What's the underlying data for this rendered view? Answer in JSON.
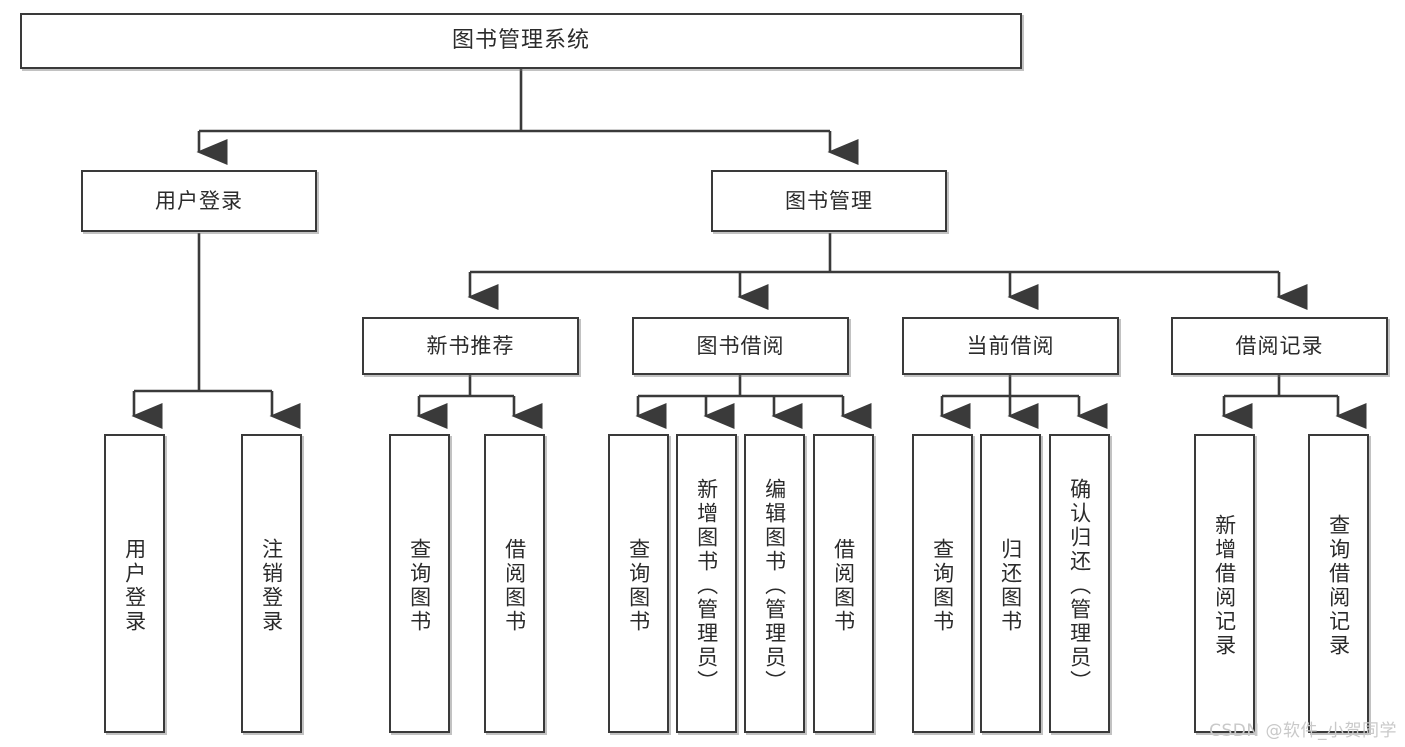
{
  "diagram": {
    "type": "tree",
    "title": "图书管理系统",
    "watermark": "CSDN @软件_小贺同学",
    "colors": {
      "box_border": "#3a3a3a",
      "box_fill": "#ffffff",
      "connector": "#3a3a3a",
      "text": "#2b2b2b",
      "watermark": "#c9c9c9"
    },
    "nodes": {
      "root": {
        "label": "图书管理系统"
      },
      "level2": [
        {
          "id": "user-login",
          "label": "用户登录"
        },
        {
          "id": "book-manage",
          "label": "图书管理"
        }
      ],
      "level3": [
        {
          "id": "new-book-recommend",
          "label": "新书推荐"
        },
        {
          "id": "book-borrow",
          "label": "图书借阅"
        },
        {
          "id": "current-borrow",
          "label": "当前借阅"
        },
        {
          "id": "borrow-record",
          "label": "借阅记录"
        }
      ],
      "leaves": [
        {
          "id": "leaf-user-login",
          "label": "用户登录",
          "parent": "user-login"
        },
        {
          "id": "leaf-user-logout",
          "label": "注销登录",
          "parent": "user-login"
        },
        {
          "id": "leaf-query-book-1",
          "label": "查询图书",
          "parent": "new-book-recommend"
        },
        {
          "id": "leaf-borrow-book-1",
          "label": "借阅图书",
          "parent": "new-book-recommend"
        },
        {
          "id": "leaf-query-book-2",
          "label": "查询图书",
          "parent": "book-borrow"
        },
        {
          "id": "leaf-add-book",
          "label": "新增图书（管理员）",
          "parent": "book-borrow"
        },
        {
          "id": "leaf-edit-book",
          "label": "编辑图书（管理员）",
          "parent": "book-borrow"
        },
        {
          "id": "leaf-borrow-book-2",
          "label": "借阅图书",
          "parent": "book-borrow"
        },
        {
          "id": "leaf-query-book-3",
          "label": "查询图书",
          "parent": "current-borrow"
        },
        {
          "id": "leaf-return-book",
          "label": "归还图书",
          "parent": "current-borrow"
        },
        {
          "id": "leaf-confirm-return",
          "label": "确认归还（管理员）",
          "parent": "current-borrow"
        },
        {
          "id": "leaf-add-record",
          "label": "新增借阅记录",
          "parent": "borrow-record"
        },
        {
          "id": "leaf-query-record",
          "label": "查询借阅记录",
          "parent": "borrow-record"
        }
      ]
    }
  }
}
